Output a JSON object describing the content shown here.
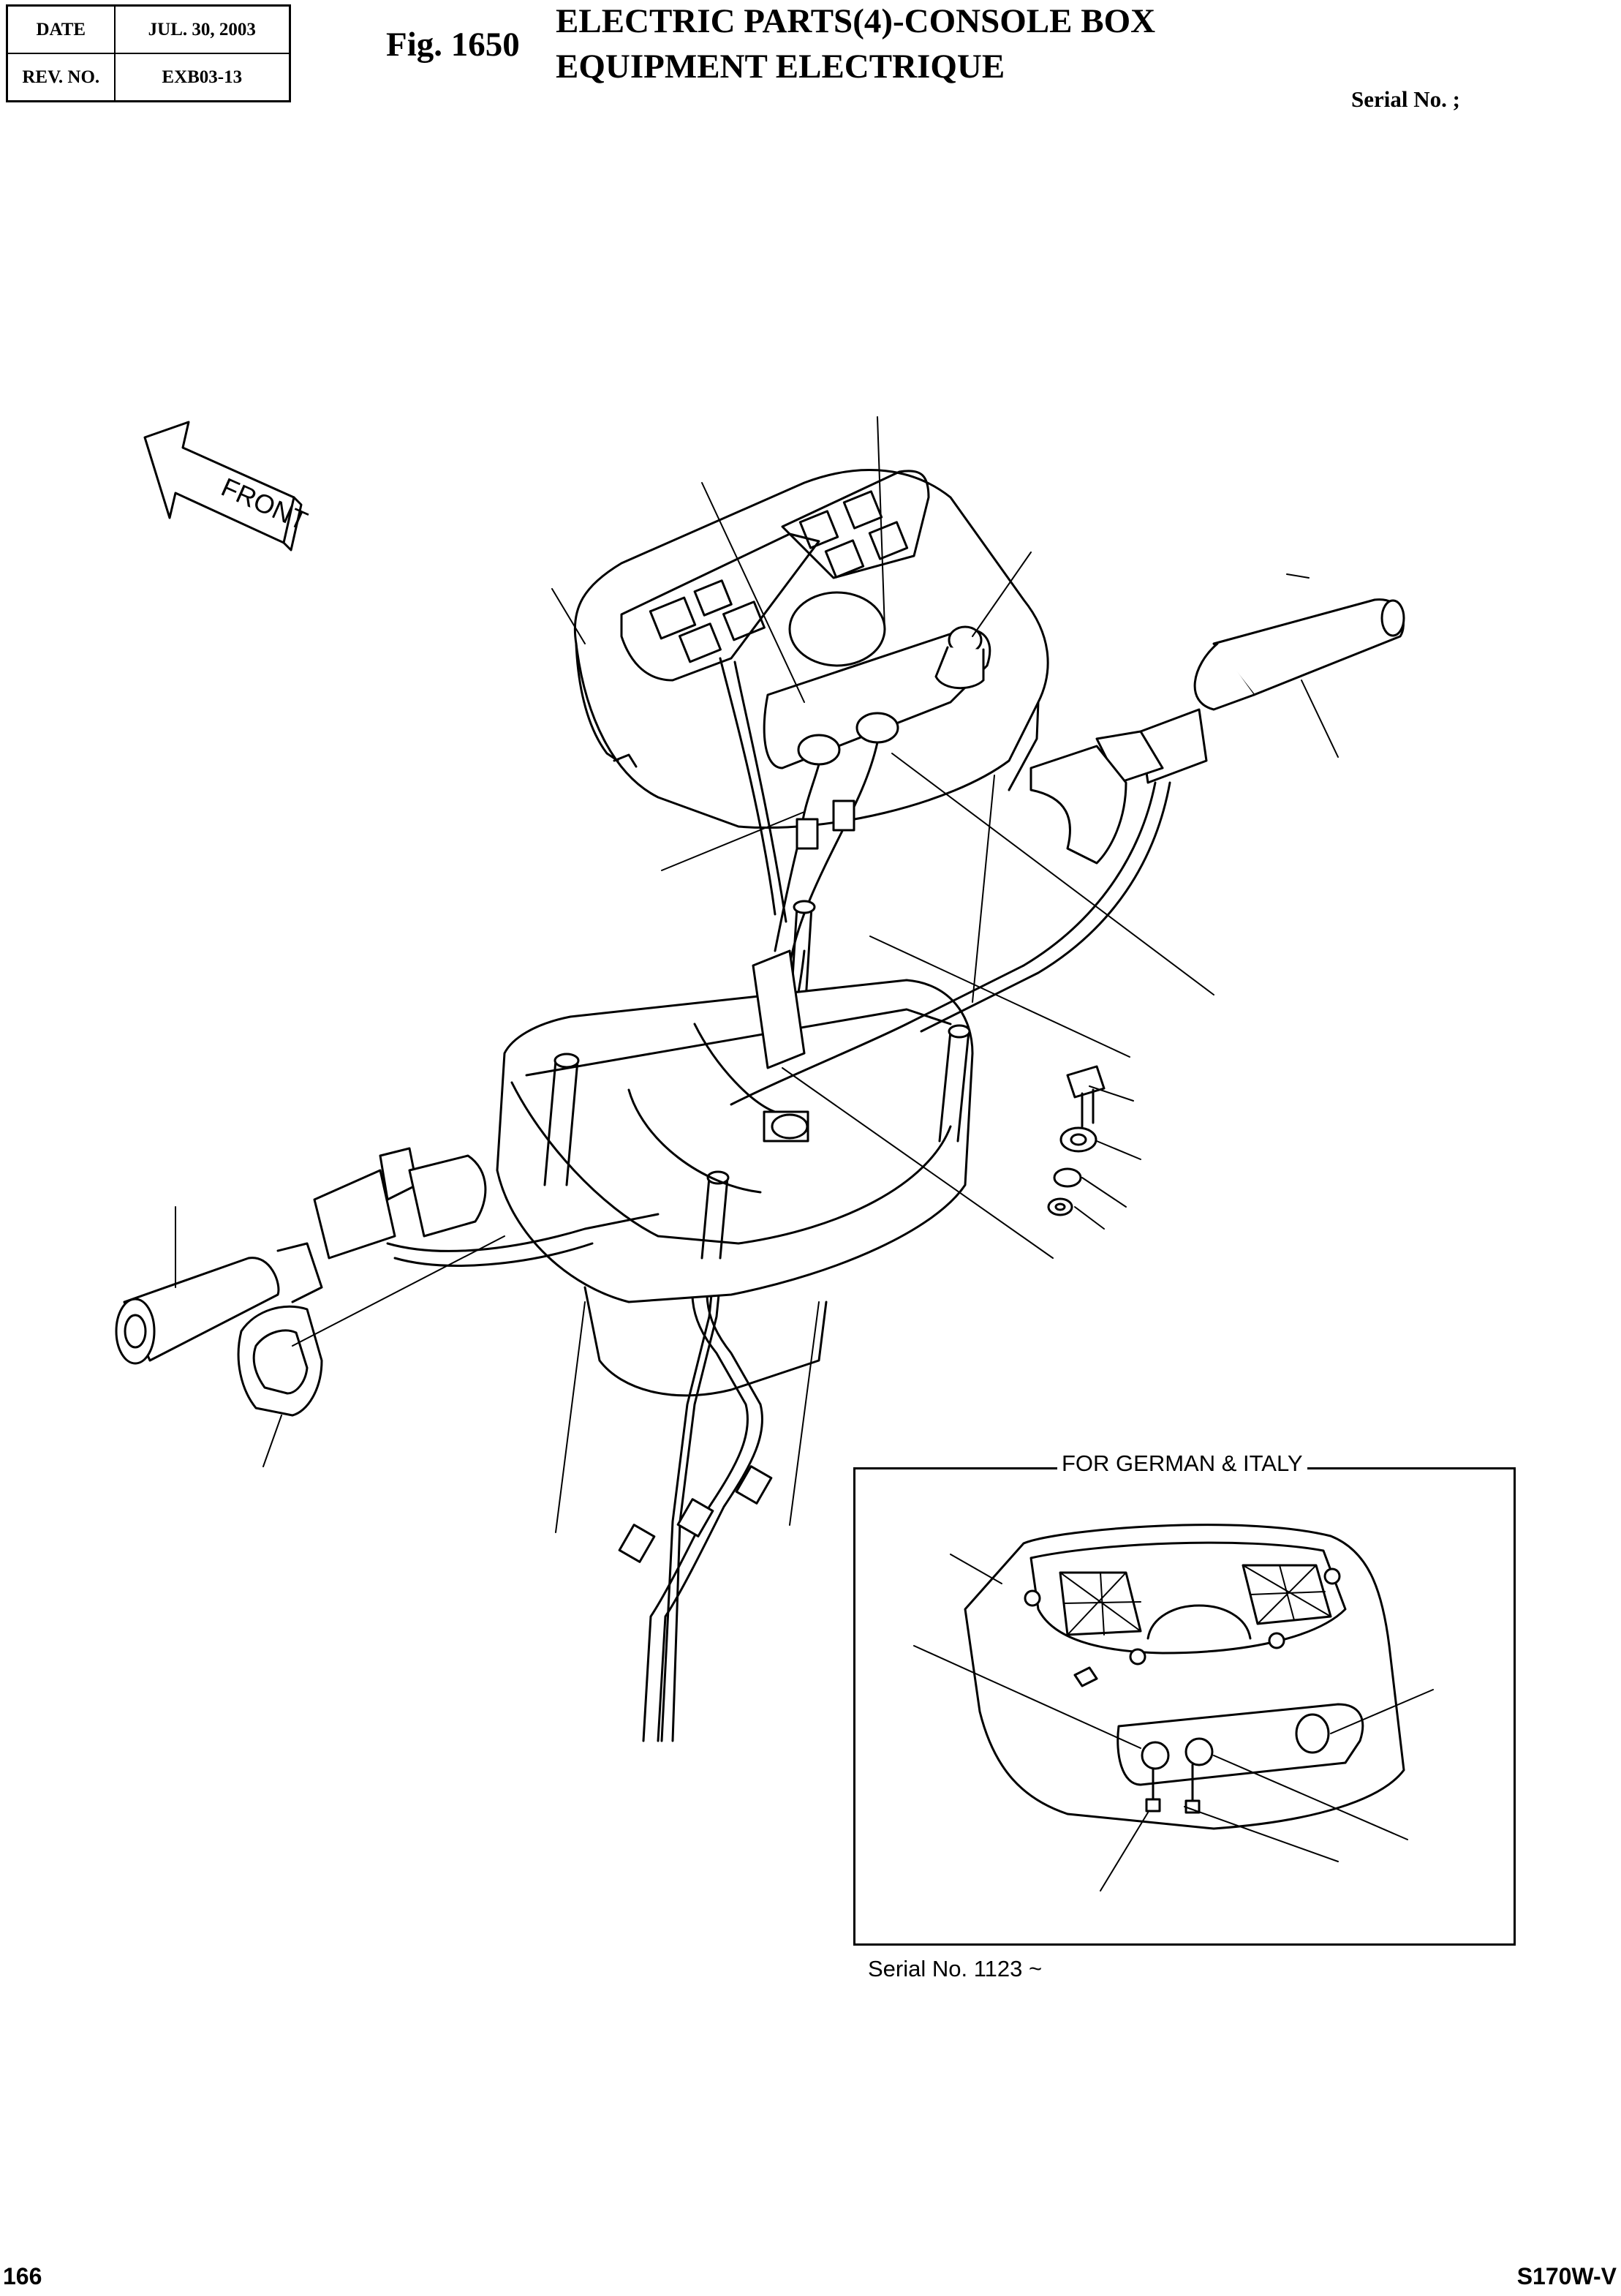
{
  "header": {
    "date_label": "DATE",
    "date_value": "JUL. 30, 2003",
    "rev_label": "REV. NO.",
    "rev_value": "EXB03-13"
  },
  "figure": {
    "number": "Fig. 1650",
    "title_en": "ELECTRIC PARTS(4)-CONSOLE BOX",
    "title_fr": "EQUIPMENT ELECTRIQUE",
    "serial": "Serial No. ;"
  },
  "diagram": {
    "front_arrow_label": "FRONT",
    "inset_label": "FOR GERMAN & ITALY",
    "inset_serial": "Serial No. 1123 ~"
  },
  "footer": {
    "page_number": "166",
    "model": "S170W-V"
  }
}
